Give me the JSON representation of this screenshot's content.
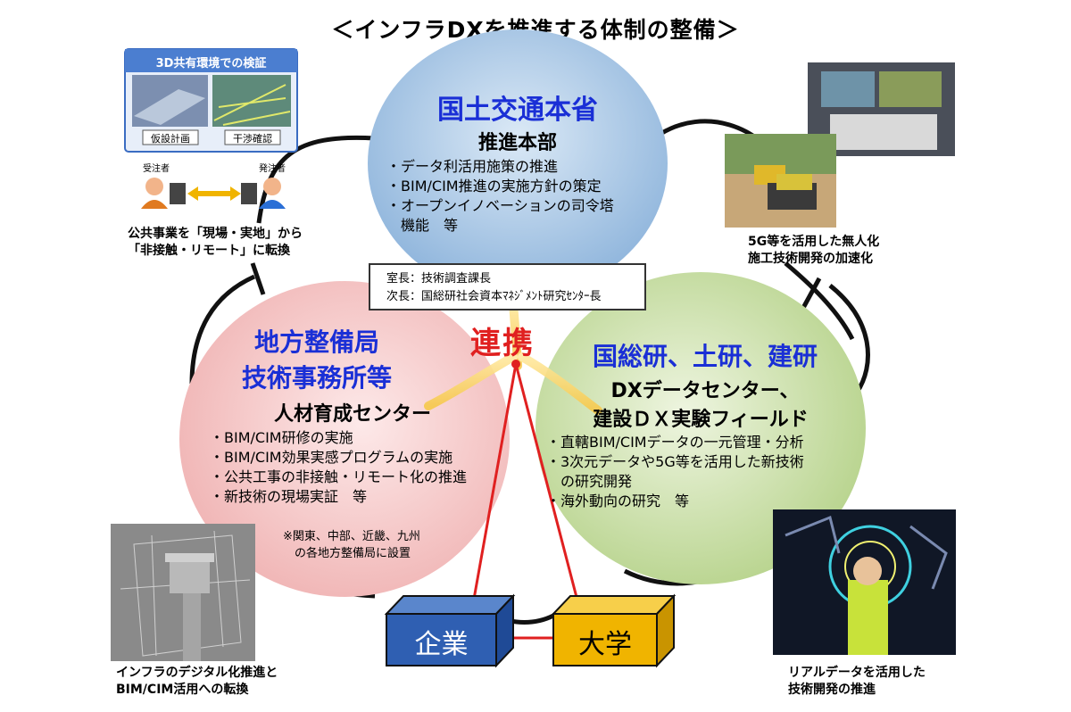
{
  "title": "＜インフラDXを推進する体制の整備＞",
  "mlit": {
    "name": "国土交通本省",
    "sub": "推進本部",
    "bullets": [
      "・データ利活用施策の推進",
      "・BIM/CIM推進の実施方針の策定",
      "・オープンイノベーションの司令塔",
      "　機能　等"
    ]
  },
  "regional": {
    "name1": "地方整備局",
    "name2": "技術事務所等",
    "sub": "人材育成センター",
    "bullets": [
      "・BIM/CIM研修の実施",
      "・BIM/CIM効果実感プログラムの実施",
      "・公共工事の非接触・リモート化の推進",
      "・新技術の現場実証　等"
    ],
    "note": [
      "※関東、中部、近畿、九州",
      "　の各地方整備局に設置"
    ]
  },
  "research": {
    "name": "国総研、土研、建研",
    "sub1": "DXデータセンター、",
    "sub2": "建設ＤＸ実験フィールド",
    "bullets": [
      "・直轄BIM/CIMデータの一元管理・分析",
      "・3次元データや5G等を活用した新技術",
      "　の研究開発",
      "・海外動向の研究　等"
    ]
  },
  "leaders": {
    "line1": "室長：技術調査課長",
    "line2": "次長：国総研社会資本ﾏﾈｼﾞﾒﾝﾄ研究ｾﾝﾀｰ長"
  },
  "renkei": "連携",
  "box_company": "企業",
  "box_university": "大学",
  "captions": {
    "top_left": [
      "公共事業を「現場・実地」から",
      "「非接触・リモート」に転換"
    ],
    "top_right": [
      "5G等を活用した無人化",
      "施工技術開発の加速化"
    ],
    "bottom_left": [
      "インフラのデジタル化推進と",
      "BIM/CIM活用への転換"
    ],
    "bottom_right": [
      "リアルデータを活用した",
      "技術開発の推進"
    ]
  },
  "illustration": {
    "header": "3D共有環境での検証",
    "label_left": "仮設計画",
    "label_right": "干渉確認",
    "person_left": "受注者",
    "person_right": "発注者"
  },
  "colors": {
    "blue_circle": "#a9c8e6",
    "pink_circle": "#f6c9c9",
    "green_circle": "#cfe2b0",
    "heading_blue": "#1a2fd6",
    "red_line": "#e02020",
    "box_blue": "#2f5fb2",
    "box_yellow": "#f0b400"
  }
}
